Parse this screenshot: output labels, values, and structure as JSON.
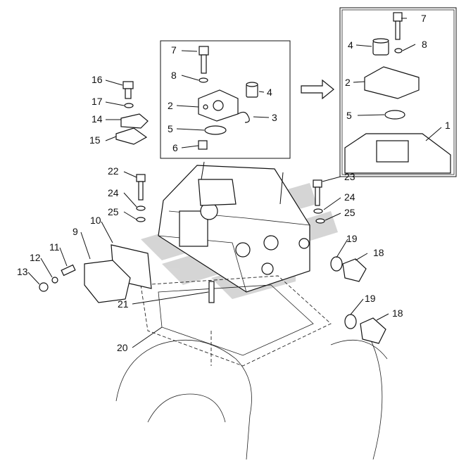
{
  "labels": {
    "inset_center": {
      "p7": "7",
      "p8": "8",
      "p4": "4",
      "p2": "2",
      "p3": "3",
      "p5": "5",
      "p6": "6"
    },
    "inset_right": {
      "p7": "7",
      "p4": "4",
      "p8": "8",
      "p2": "2",
      "p5": "5",
      "p1": "1"
    },
    "left_group": {
      "p16": "16",
      "p17": "17",
      "p14": "14",
      "p15": "15",
      "p22": "22",
      "p24": "24",
      "p25": "25",
      "p10": "10",
      "p9": "9",
      "p11": "11",
      "p12": "12",
      "p13": "13",
      "p21": "21",
      "p20": "20"
    },
    "right_group": {
      "p23": "23",
      "p24": "24",
      "p25": "25",
      "p19a": "19",
      "p18a": "18",
      "p19b": "19",
      "p18b": "18"
    }
  },
  "icons": {
    "arrow": "right-arrow-icon",
    "watermark": "logo-watermark"
  }
}
